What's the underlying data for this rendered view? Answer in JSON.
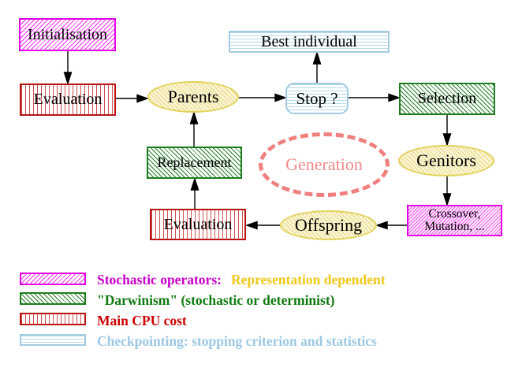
{
  "nodes": {
    "initialisation": {
      "label": "Initialisation"
    },
    "evaluation_top": {
      "label": "Evaluation"
    },
    "parents": {
      "label": "Parents"
    },
    "best_individual": {
      "label": "Best individual"
    },
    "stop": {
      "label": "Stop ?"
    },
    "selection": {
      "label": "Selection"
    },
    "replacement": {
      "label": "Replacement"
    },
    "generation": {
      "label": "Generation"
    },
    "genitors": {
      "label": "Genitors"
    },
    "crossover": {
      "line1": "Crossover,",
      "line2": "Mutation, ..."
    },
    "evaluation_bottom": {
      "label": "Evaluation"
    },
    "offspring": {
      "label": "Offspring"
    }
  },
  "legend": {
    "items": [
      {
        "swatch": "magenta-diagonal-hatch",
        "label": "Stochastic operators:",
        "label2": "Representation dependent",
        "text_color": "#cc00cc",
        "text_color2": "#f0c818"
      },
      {
        "swatch": "green-diagonal-hatch",
        "label": "\"Darwinism\" (stochastic or determinist)",
        "text_color": "#0f7a0f"
      },
      {
        "swatch": "red-vertical-stripes",
        "label": "Main CPU cost",
        "text_color": "#cc0000"
      },
      {
        "swatch": "cyan-horizontal-stripes",
        "label": "Checkpointing: stopping criterion and statistics",
        "text_color": "#9cc8e4"
      }
    ]
  },
  "colors": {
    "magenta": "#e400e4",
    "green": "#1e7d1e",
    "red": "#b81414",
    "cyan": "#a3cbdf",
    "yellow": "#e2d25c",
    "salmon": "#f08080",
    "arrow": "#000000"
  }
}
